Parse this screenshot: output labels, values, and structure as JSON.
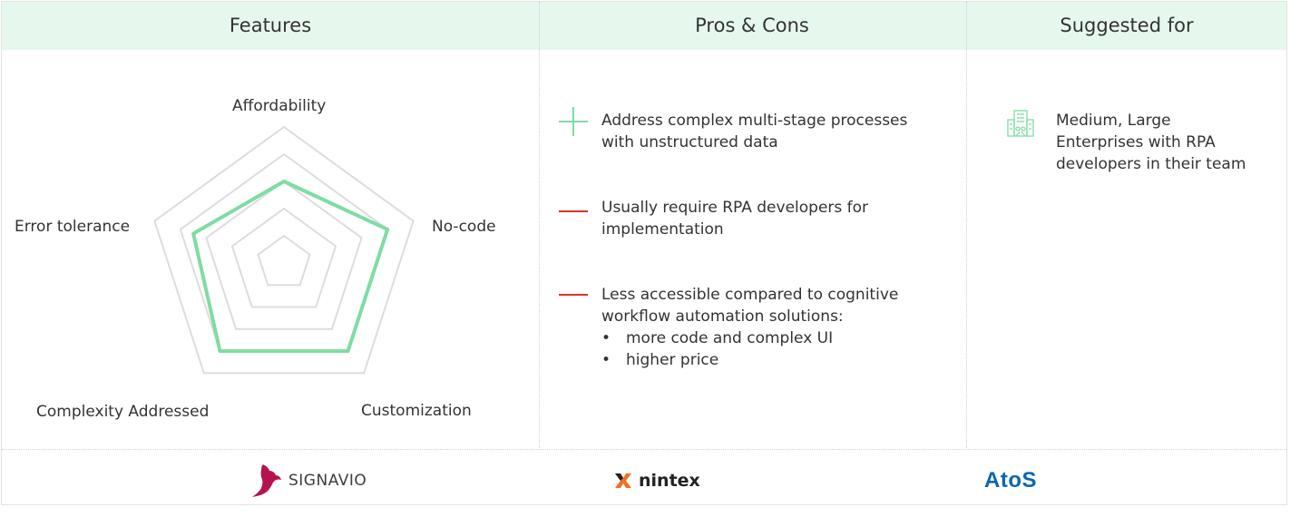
{
  "columns": {
    "features": "Features",
    "pros_cons": "Pros & Cons",
    "suggested": "Suggested for"
  },
  "colors": {
    "header_bg": "#e6f8ee",
    "series": "#7fdca4",
    "grid": "#dddddd",
    "plus": "#7fdca4",
    "minus": "#d9342b"
  },
  "chart_data": {
    "type": "radar",
    "axes": [
      "Affordability",
      "No-code",
      "Customization",
      "Complexity Addressed",
      "Error tolerance"
    ],
    "scale": [
      0,
      5
    ],
    "rings": 5,
    "series": [
      {
        "values": [
          3,
          4,
          4,
          4,
          3.5
        ]
      }
    ]
  },
  "pros_cons": {
    "items": [
      {
        "kind": "plus",
        "icon": "plus-icon",
        "lines": [
          "Address complex multi-stage processes",
          "with unstructured data"
        ]
      },
      {
        "kind": "minus",
        "icon": "minus-icon",
        "lines": [
          "Usually require RPA developers for",
          "implementation"
        ]
      },
      {
        "kind": "minus",
        "icon": "minus-icon",
        "lines": [
          "Less accessible compared to cognitive",
          "workflow automation solutions:"
        ],
        "bullets": [
          "more code and complex UI",
          "higher price"
        ]
      }
    ]
  },
  "suggested": {
    "icon": "building-icon",
    "lines": [
      "Medium, Large",
      "Enterprises with RPA",
      "developers in their team"
    ]
  },
  "vendors": [
    {
      "name": "SIGNAVIO",
      "icon": "gazelle-icon",
      "color": "#b5134f"
    },
    {
      "name": "nintex",
      "icon": "nintex-x-icon",
      "color": "#f26f21"
    },
    {
      "name": "AtoS",
      "icon": "atos-logo",
      "color": "#0a66b1"
    }
  ]
}
